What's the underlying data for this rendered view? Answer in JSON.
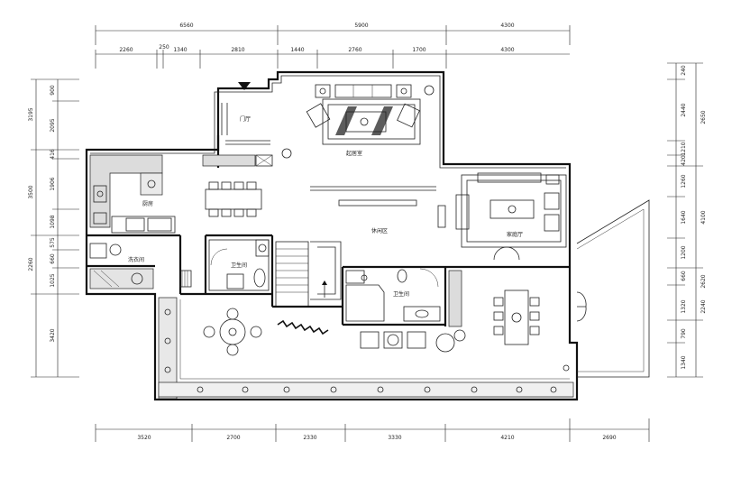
{
  "dimensions": {
    "top_outer": [
      "6560",
      "5900",
      "4300"
    ],
    "top_inner": [
      "2260",
      "250",
      "1340",
      "2810",
      "1440",
      "2760",
      "1700",
      "4300"
    ],
    "bottom": [
      "3520",
      "2700",
      "2330",
      "3330",
      "4210",
      "2690"
    ],
    "left": [
      "900",
      "2095",
      "416",
      "1906",
      "1098",
      "575",
      "660",
      "1025",
      "3420"
    ],
    "left_outer": [
      "3195",
      "3500",
      "2260"
    ],
    "right_inner": [
      "240",
      "2440",
      "1210",
      "420",
      "1260",
      "1640",
      "1200",
      "660",
      "1320",
      "790",
      "1340"
    ],
    "right_outer": [
      "2650",
      "4100",
      "2620",
      "2240"
    ]
  },
  "rooms": {
    "entrance": "门厅",
    "living": "起居室",
    "kitchen": "厨房",
    "laundry": "洗衣间",
    "wc1": "卫生间",
    "corridor": "休闲区",
    "family": "家庭厅",
    "wc2": "卫生间"
  },
  "colors": {
    "wall": "#111111",
    "line": "#222222",
    "background": "#ffffff"
  }
}
